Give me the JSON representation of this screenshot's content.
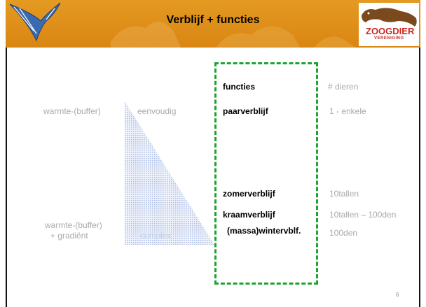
{
  "header": {
    "title": "Verblijf + functies",
    "logo_main": "ZOOGDIER",
    "logo_sub": "VERENIGING",
    "bg_color": "#e09016"
  },
  "left_labels": {
    "top": "warmte-(buffer)",
    "bottom_line1": "warmte-(buffer)",
    "bottom_line2": "+ gradiënt"
  },
  "triangle_labels": {
    "top": "eenvoudig",
    "bottom": "complex"
  },
  "functions": {
    "heading": "functies",
    "items": [
      "paarverblijf",
      "zomerverblijf",
      "kraamverblijf",
      "(massa)wintervblf."
    ]
  },
  "animals": {
    "heading": "# dieren",
    "items": [
      "1 - enkele",
      "10tallen",
      "10tallen – 100den",
      "100den"
    ]
  },
  "box_color": "#1ca331",
  "page_number": "6"
}
